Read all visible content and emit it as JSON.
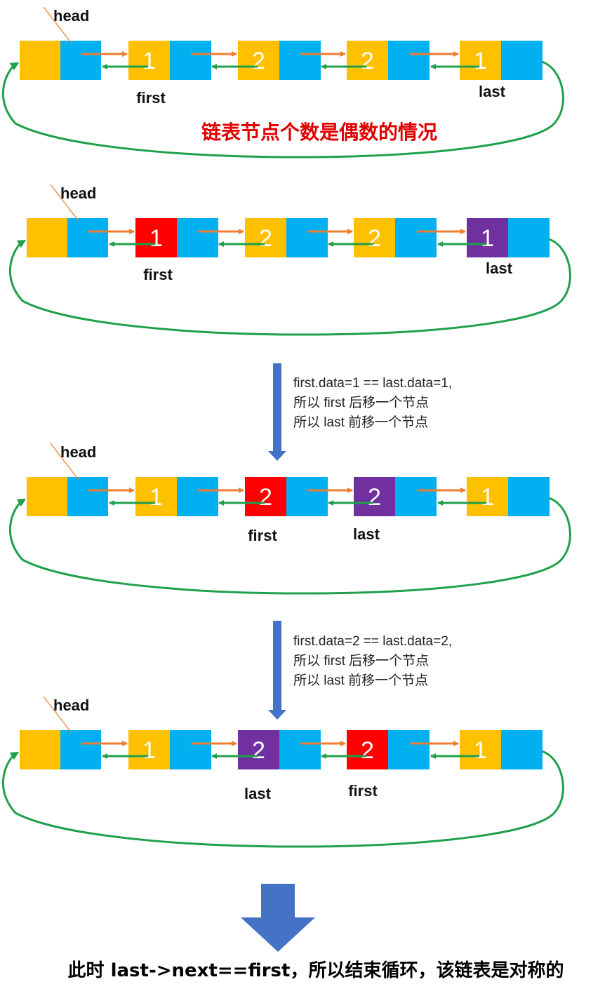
{
  "colors": {
    "head_block": "#FFC000",
    "pointer_block": "#00B0F0",
    "node_default": "#FFC000",
    "node_first": "#FF0000",
    "node_last": "#7030A0",
    "next_arrow": "#ED7D31",
    "prev_arrow": "#1FA04A",
    "loop_arc": "#1FA04A",
    "step_arrow": "#4472C4",
    "caption": "#E10000"
  },
  "icons": {
    "next_arrow": "orange-right-arrow-icon",
    "prev_arrow": "green-left-arrow-icon",
    "step_arrow": "blue-down-arrow-icon"
  },
  "caption": "链表节点个数是偶数的情况",
  "head_label": "head",
  "first_label": "first",
  "last_label": "last",
  "diagrams": [
    {
      "id": "diagram-1",
      "values": [
        "1",
        "2",
        "2",
        "1"
      ],
      "node_states": [
        "default",
        "default",
        "default",
        "default"
      ]
    },
    {
      "id": "diagram-2",
      "values": [
        "1",
        "2",
        "2",
        "1"
      ],
      "node_states": [
        "first",
        "default",
        "default",
        "last"
      ]
    },
    {
      "id": "diagram-3",
      "values": [
        "1",
        "2",
        "2",
        "1"
      ],
      "node_states": [
        "default",
        "first",
        "last",
        "default"
      ]
    },
    {
      "id": "diagram-4",
      "values": [
        "1",
        "2",
        "2",
        "1"
      ],
      "node_states": [
        "default",
        "last",
        "first",
        "default"
      ]
    }
  ],
  "steps": [
    {
      "lines": [
        "first.data=1 == last.data=1,",
        "所以 first 后移一个节点",
        "所以 last 前移一个节点"
      ]
    },
    {
      "lines": [
        "first.data=2 == last.data=2,",
        "所以 first 后移一个节点",
        "所以 last 前移一个节点"
      ]
    }
  ],
  "conclusion": "此时 last->next==first，所以结束循环，该链表是对称的"
}
